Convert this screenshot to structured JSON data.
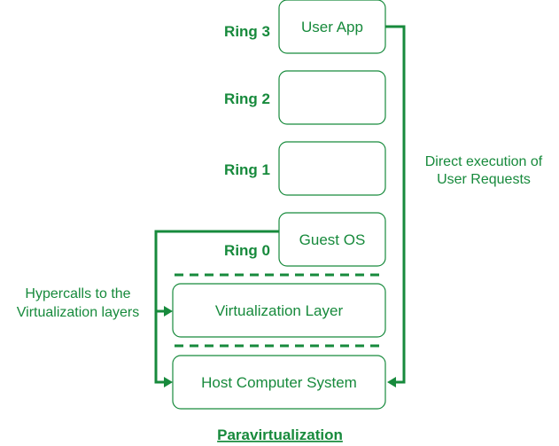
{
  "diagram": {
    "rings": {
      "ring3": "Ring 3",
      "ring2": "Ring 2",
      "ring1": "Ring 1",
      "ring0": "Ring 0"
    },
    "boxes": {
      "user_app": "User App",
      "guest_os": "Guest OS",
      "virtualization_layer": "Virtualization Layer",
      "host_computer_system": "Host Computer System"
    },
    "annotations": {
      "direct_execution_line1": "Direct execution of",
      "direct_execution_line2": "User Requests",
      "hypercalls_line1": "Hypercalls to the",
      "hypercalls_line2": "Virtualization layers"
    },
    "caption": "Paravirtualization"
  },
  "colors": {
    "accent": "#178a3c",
    "background": "#ffffff"
  }
}
